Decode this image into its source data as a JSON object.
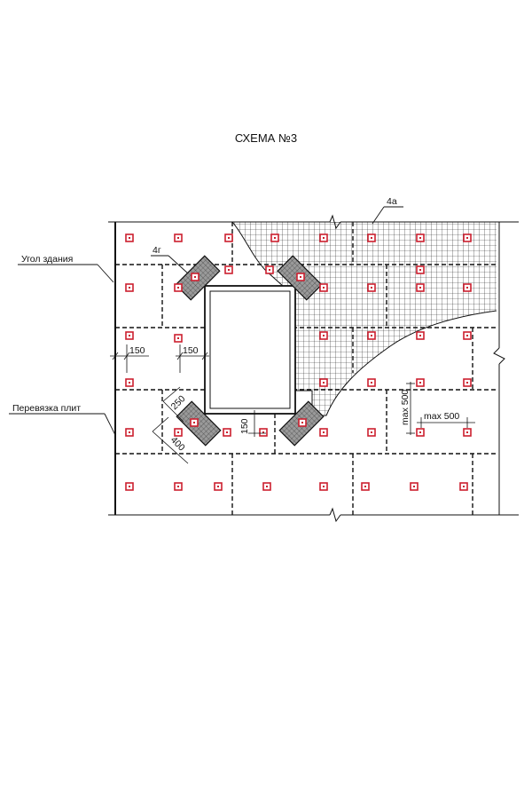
{
  "title": "СХЕМА №3",
  "labels": {
    "corner": "Угол здания",
    "slab_bond": "Перевязка плит",
    "mesh_callout": "4а",
    "diag_callout": "4г"
  },
  "dimensions": {
    "edge_150_a": "150",
    "edge_150_b": "150",
    "opening_150": "150",
    "diag_250": "250",
    "diag_400": "400",
    "max_v": "max 500",
    "max_h": "max 500"
  },
  "colors": {
    "anchor": "#cc1f2f",
    "line": "#111111",
    "reinforcement": "#777777"
  }
}
